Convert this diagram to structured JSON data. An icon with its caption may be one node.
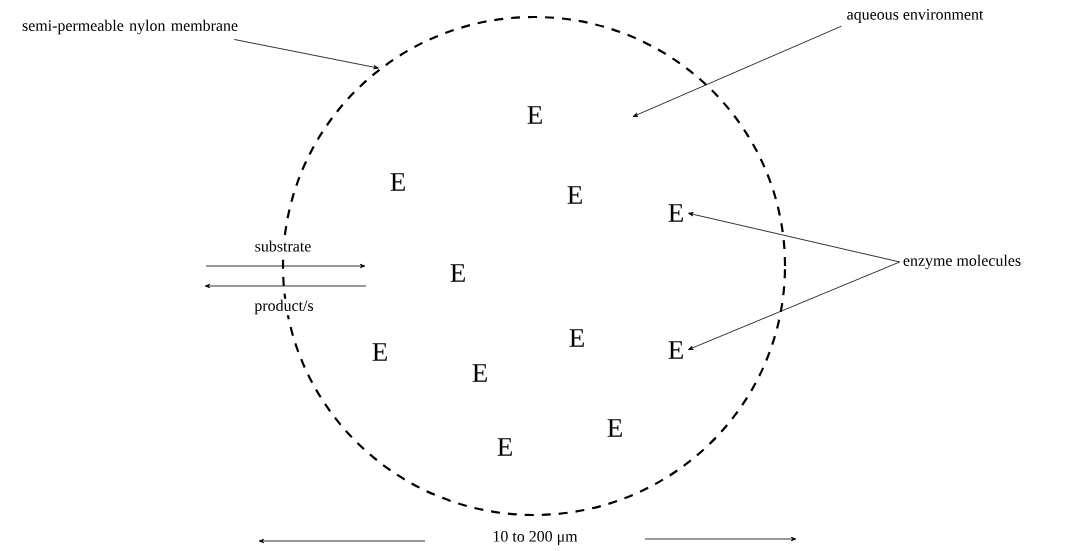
{
  "diagram": {
    "nodes": [
      {
        "text": [
          "semi-permeable nylon membrane"
        ]
      },
      {
        "text": [],
        "shape": "ellipse"
      },
      {
        "text": [
          "aqueous environment"
        ]
      },
      {
        "text": [
          "E"
        ],
        "in": 1
      },
      {
        "text": [
          "E"
        ],
        "in": 1
      },
      {
        "text": [
          "E"
        ],
        "in": 1
      },
      {
        "text": [
          "E"
        ],
        "in": 1
      },
      {
        "text": [
          "E"
        ],
        "in": 1
      },
      {
        "text": [
          "E"
        ],
        "in": 1
      },
      {
        "text": [
          "E"
        ],
        "in": 1
      },
      {
        "text": [
          "E"
        ],
        "in": 1
      },
      {
        "text": [
          "E"
        ],
        "in": 1
      },
      {
        "text": [
          "E"
        ],
        "in": 1
      },
      {
        "text": [
          "E"
        ],
        "in": 1
      },
      {
        "text": [
          "enzyme molecules"
        ]
      }
    ],
    "edges": [
      {
        "from": 0,
        "to": 1,
        "arrow": "to"
      },
      {
        "from": 2,
        "to": null,
        "arrow": "to"
      },
      {
        "from": 14,
        "to": 6,
        "arrow": "to"
      },
      {
        "from": 14,
        "to": 9,
        "arrow": "to"
      }
    ],
    "labels": [
      "substrate",
      "product/s",
      "10  to 200 μm"
    ]
  }
}
